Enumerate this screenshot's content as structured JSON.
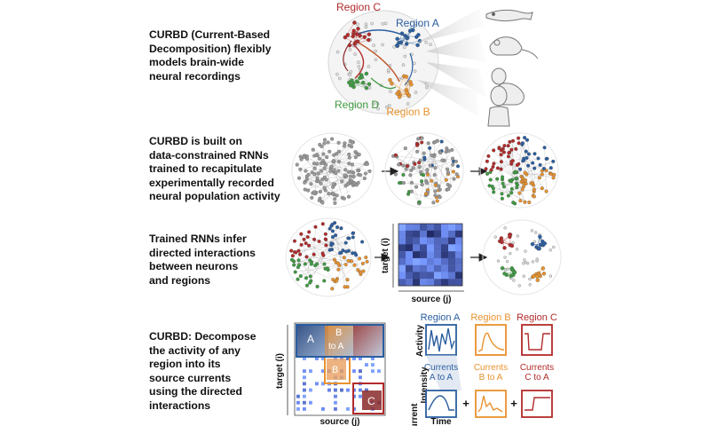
{
  "texts": {
    "row1": "CURBD (Current-Based\nDecomposition) flexibly\nmodels brain-wide\nneural recordings",
    "row2": "CURBD is built on\ndata-constrained RNNs\ntrained to recapitulate\nexperimentally recorded\nneural population activity",
    "row3": "Trained RNNs infer\ndirected interactions\nbetween neurons\nand regions",
    "row4": "CURBD: Decompose\nthe activity of any\nregion into its\nsource currents\nusing the directed\ninteractions"
  },
  "regions": {
    "a": "Region A",
    "b": "Region B",
    "c": "Region C",
    "d": "Region D"
  },
  "matrix_axes": {
    "target": "target (i)",
    "source": "source (j)"
  },
  "decomp": {
    "block_a": "A",
    "block_b": "B",
    "block_to": "to A",
    "block_b2": "B",
    "block_c": "C",
    "activity_label": "Activity",
    "current_label": "Current\nIntensity",
    "time_label": "Time",
    "titles": [
      "Region A",
      "Region B",
      "Region C"
    ],
    "currents": [
      "Currents\nA to A",
      "Currents\nB to A",
      "Currents\nC to A"
    ],
    "plus": "+"
  },
  "colors": {
    "region_a": "#2a5ea0",
    "region_b": "#e8922e",
    "region_c": "#b22a2a",
    "region_d": "#3f9a42",
    "neutral": "#9a9a9a",
    "matrix_dark": "#1f3f78"
  },
  "icons": [
    "zebrafish-icon",
    "mouse-icon",
    "monkey-icon",
    "human-icon"
  ]
}
